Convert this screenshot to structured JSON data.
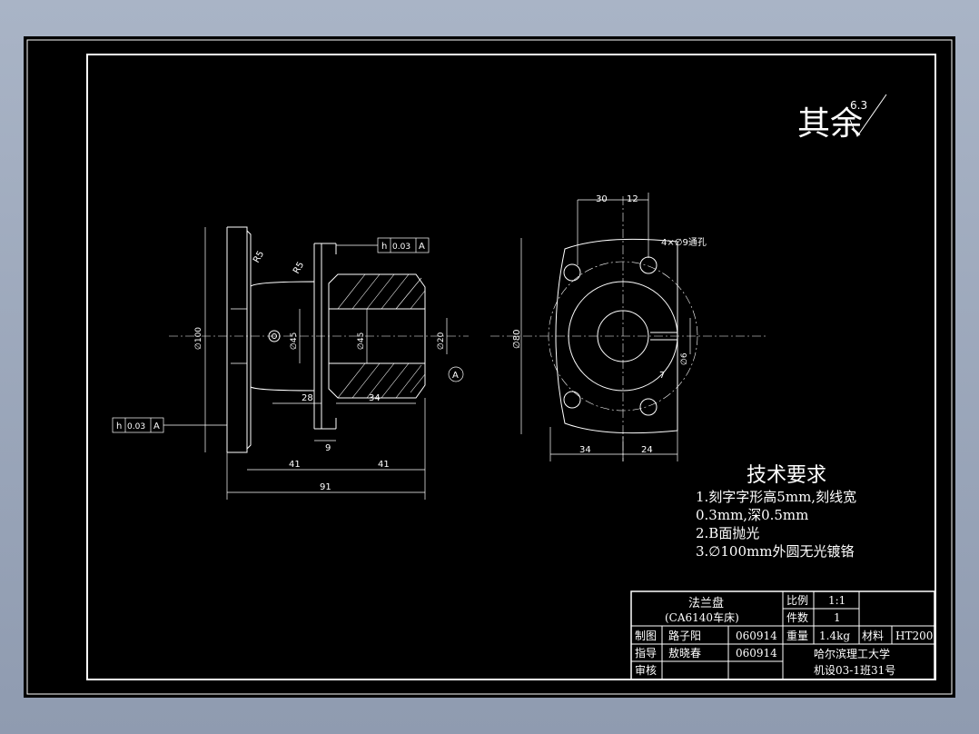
{
  "surface_finish": {
    "label": "其余",
    "roughness": "6.3"
  },
  "tech_requirements": {
    "title": "技术要求",
    "lines": [
      "1.刻字字形高5mm,刻线宽",
      "0.3mm,深0.5mm",
      "2.B面抛光",
      "3.∅100mm外圆无光镀铬"
    ]
  },
  "side_view": {
    "tolerance_left": {
      "symbol": "h",
      "value": "0.03",
      "datum": "A"
    },
    "tolerance_top": {
      "symbol": "h",
      "value": "0.03",
      "datum": "A"
    },
    "datum_label": "A",
    "dims": {
      "d100": "∅100",
      "d45a": "∅45",
      "d45b": "∅45",
      "d20": "∅20",
      "len28": "28",
      "len34": "34",
      "len9": "9",
      "len41a": "41",
      "len41b": "41",
      "len91": "91",
      "r15": "R5",
      "r5": "R5"
    }
  },
  "front_view": {
    "hole_note": "4×∅9通孔",
    "dims": {
      "top30": "30",
      "top12": "12",
      "d80": "∅80",
      "d6": "∅6",
      "len7": "7",
      "bottom34": "34",
      "bottom24": "24"
    }
  },
  "title_block": {
    "part_name": "法兰盘",
    "part_sub": "(CA6140车床)",
    "scale_label": "比例",
    "scale_value": "1:1",
    "qty_label": "件数",
    "qty_value": "1",
    "drawn_label": "制图",
    "drawn_name": "路子阳",
    "drawn_date": "060914",
    "weight_label": "重量",
    "weight_value": "1.4kg",
    "material_label": "材料",
    "material_value": "HT200",
    "guide_label": "指导",
    "guide_name": "敖晓春",
    "guide_date": "060914",
    "review_label": "审核",
    "school": "哈尔滨理工大学",
    "class_info": "机设03-1班31号"
  }
}
